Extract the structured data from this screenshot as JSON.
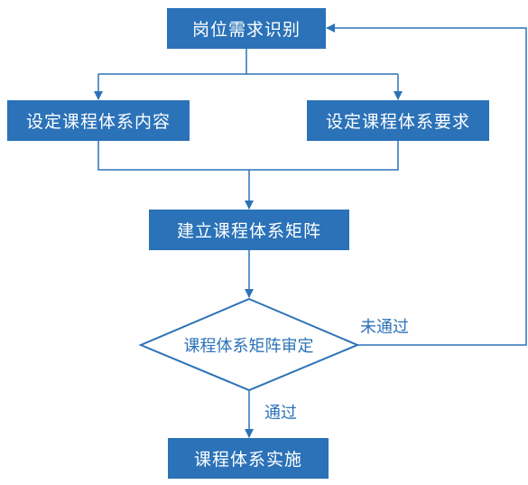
{
  "nodes": {
    "identify": "岗位需求识别",
    "content": "设定课程体系内容",
    "requirements": "设定课程体系要求",
    "matrix": "建立课程体系矩阵",
    "review": "课程体系矩阵审定",
    "implement": "课程体系实施"
  },
  "edges": {
    "fail": "未通过",
    "pass": "通过"
  },
  "colors": {
    "box": "#2b72b8",
    "line": "#2b72b8",
    "text_on_box": "#ffffff"
  }
}
